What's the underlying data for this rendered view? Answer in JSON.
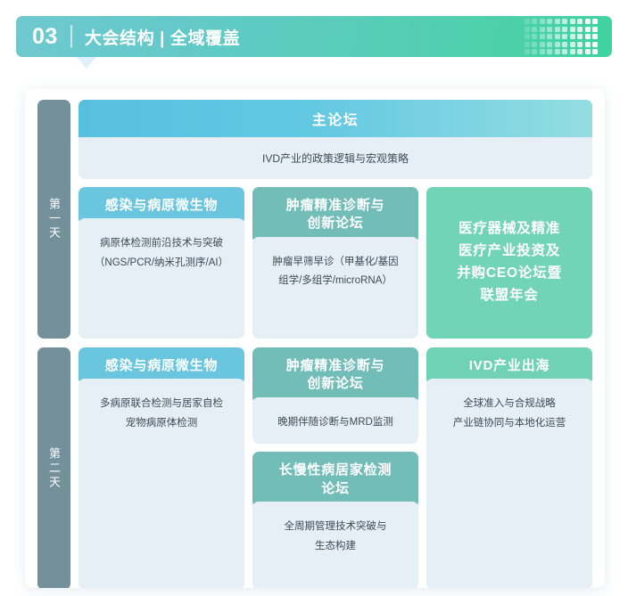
{
  "header": {
    "number": "03",
    "title": "大会结构 | 全域覆盖",
    "gradient_from": "#6fc9cf",
    "gradient_to": "#3ed39f",
    "dot_grid_icon": "dot-grid-icon",
    "dot_columns": 10,
    "dot_rows": 5,
    "notch_color": "#dff1fb"
  },
  "days": [
    {
      "label": "第一天",
      "plenary": {
        "title": "主论坛",
        "description": "IVD产业的政策逻辑与宏观策略",
        "head_gradient_from": "#59bfdf",
        "head_gradient_to": "#93dde1"
      },
      "tracks": [
        {
          "title": "感染与病原微生物",
          "head_color": "#6ac5de",
          "lines": [
            "病原体检测前沿技术与突破",
            "（NGS/PCR/纳米孔测序/AI）"
          ]
        },
        {
          "title": "肿瘤精准诊断与\n创新论坛",
          "title_lines": [
            "肿瘤精准诊断与",
            "创新论坛"
          ],
          "head_color": "#72bdb8",
          "lines": [
            "肿瘤早筛早诊（甲基化/基因",
            "组学/多组学/microRNA）"
          ]
        },
        {
          "title_lines": [
            "医疗器械及精准",
            "医疗产业投资及",
            "并购CEO论坛暨",
            "联盟年会"
          ],
          "head_color": "#71d4b4",
          "solid": true,
          "lines": []
        }
      ]
    },
    {
      "label": "第二天",
      "plenary": null,
      "tracks": [
        {
          "title_lines": [
            "感染与病原微生物"
          ],
          "head_color": "#6ac5de",
          "lines": [
            "多病原联合检测与居家自检",
            "宠物病原体检测"
          ]
        },
        {
          "title_lines": [
            "肿瘤精准诊断与",
            "创新论坛"
          ],
          "head_color": "#72bdb8",
          "lines": [
            "晚期伴随诊断与MRD监测"
          ],
          "second": {
            "title_lines": [
              "长慢性病居家检测",
              "论坛"
            ],
            "head_color": "#72bdb8",
            "lines": [
              "全周期管理技术突破与",
              "生态构建"
            ]
          }
        },
        {
          "title_lines": [
            "IVD产业出海"
          ],
          "head_color": "#6fd2b3",
          "lines": [
            "全球准入与合规战略",
            "产业链协同与本地化运营"
          ]
        }
      ]
    }
  ],
  "colors": {
    "day_label_bg": "#73909b",
    "card_body_bg": "#e7eff6",
    "text_dark": "#3e4a52",
    "page_bg": "#ffffff"
  }
}
